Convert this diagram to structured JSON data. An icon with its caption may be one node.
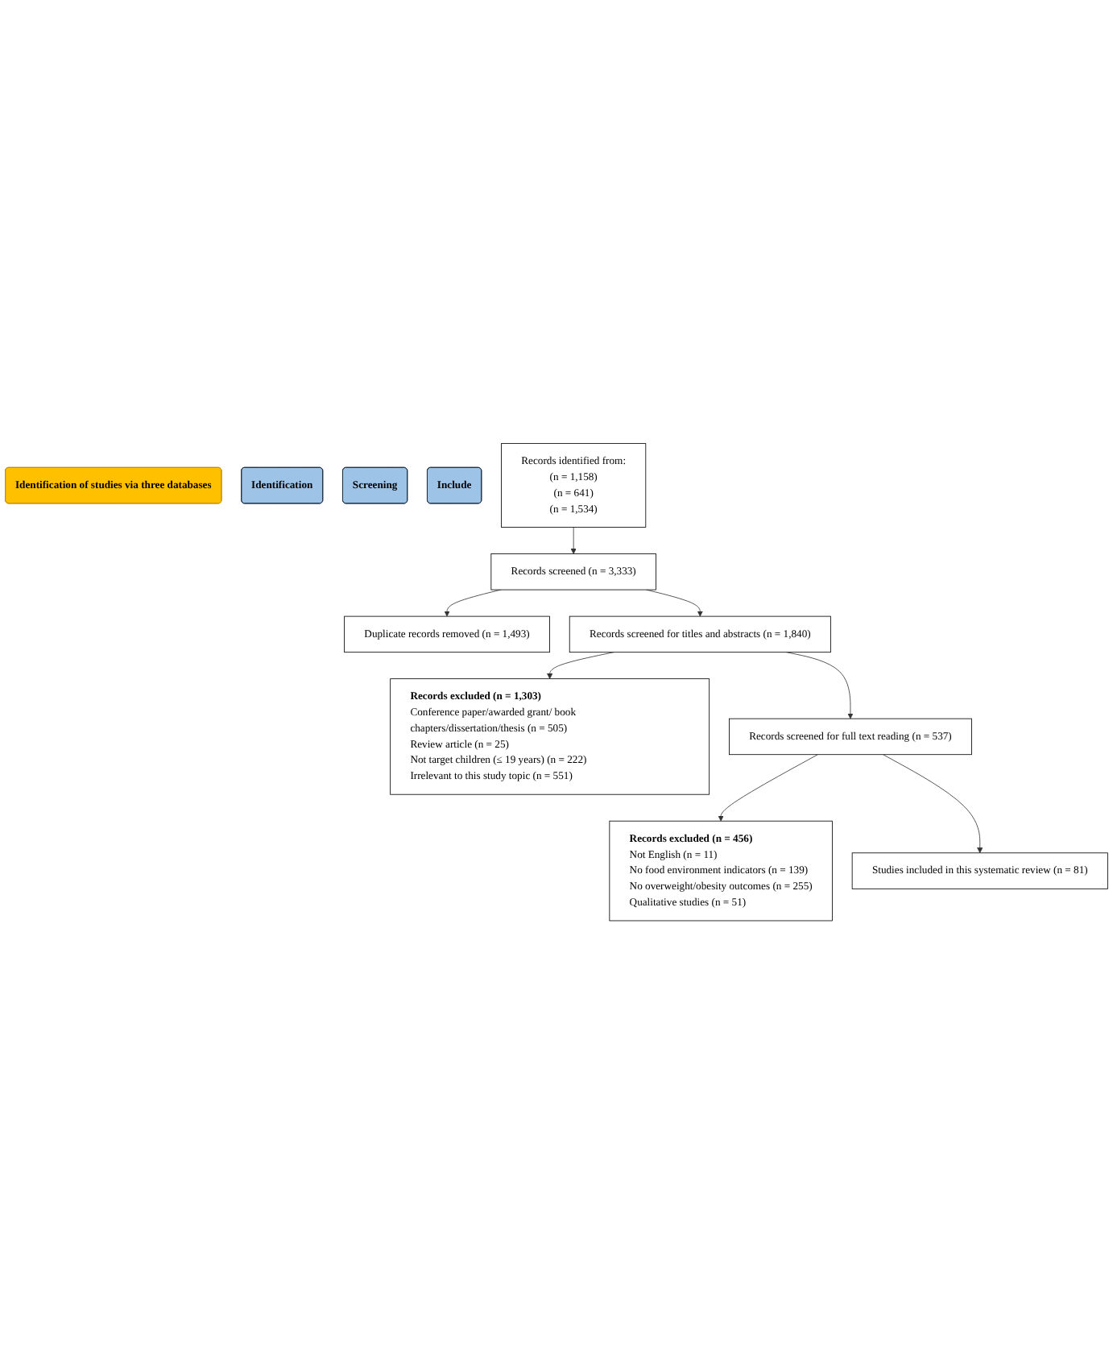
{
  "diagram": {
    "nodes": [
      {
        "text": [
          "Identification of studies via three databases"
        ]
      },
      {
        "text": [
          "Identification"
        ]
      },
      {
        "text": [
          "Screening"
        ]
      },
      {
        "text": [
          "Include"
        ]
      },
      {
        "text": [
          "Records identified from:",
          "(n = 1,158)",
          "(n = 641)",
          "(n = 1,534)"
        ]
      },
      {
        "text": [
          "Records screened (n = 3,333)"
        ]
      },
      {
        "text": [
          "Duplicate records removed (n = 1,493)"
        ]
      },
      {
        "text": [
          "Records screened for titles and abstracts (n = 1,840)"
        ]
      },
      {
        "text": [
          "Records excluded (n = 1,303)",
          "Conference paper/awarded grant/ book chapters/dissertation/thesis (n = 505)",
          "Review article (n = 25)",
          "Not target children (≤ 19 years) (n = 222)",
          "Irrelevant to this study topic (n = 551)"
        ]
      },
      {
        "text": [
          "Records screened for full text reading (n = 537)"
        ]
      },
      {
        "text": [
          "Records excluded (n = 456)",
          "Not English (n = 11)",
          "No food environment indicators (n = 139)",
          "No overweight/obesity outcomes (n = 255)",
          "Qualitative studies (n = 51)"
        ]
      },
      {
        "text": [
          "Studies included in this systematic review (n = 81)"
        ]
      }
    ],
    "edges": [
      {
        "from": 4,
        "to": 5,
        "arrow": "to"
      },
      {
        "from": 5,
        "to": 6,
        "arrow": "to"
      },
      {
        "from": 5,
        "to": 7,
        "arrow": "to"
      },
      {
        "from": 7,
        "to": 8,
        "arrow": "to"
      },
      {
        "from": 7,
        "to": 9,
        "arrow": "to"
      },
      {
        "from": 9,
        "to": 10,
        "arrow": "to"
      },
      {
        "from": 9,
        "to": 11,
        "arrow": "to"
      }
    ]
  }
}
